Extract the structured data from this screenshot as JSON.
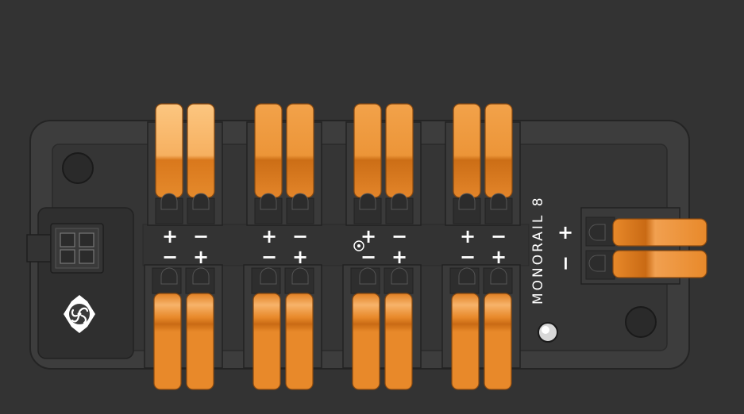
{
  "device": {
    "brand_label": "MONORAIL 8",
    "polarity": {
      "plus": "+",
      "minus": "−"
    },
    "output_channels": 8,
    "input_channels": 1
  },
  "colors": {
    "background": "#333333",
    "housing": "#3d3d3d",
    "lever": "#e8892a",
    "lever_light": "#f8b668"
  },
  "icons": [
    "fan-logo-icon",
    "four-pin-connector-icon",
    "led-indicator-icon",
    "mounting-hole-icon"
  ]
}
